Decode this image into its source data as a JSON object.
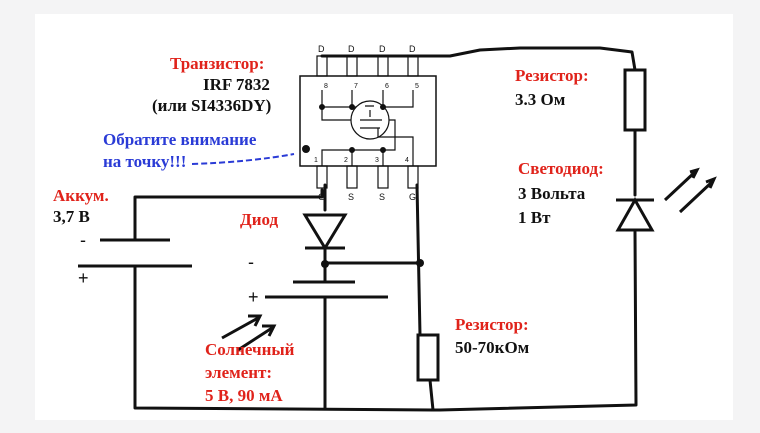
{
  "transistor": {
    "title": "Транзистор:",
    "model": "IRF 7832",
    "alt": "(или SI4336DY)",
    "pins_top": [
      "D",
      "D",
      "D",
      "D"
    ],
    "pins_bottom": [
      "G",
      "S",
      "S",
      "G"
    ],
    "pin_numbers_top": [
      "8",
      "7",
      "6",
      "5"
    ],
    "pin_numbers_bottom": [
      "1",
      "2",
      "3",
      "4"
    ]
  },
  "note": {
    "line1": "Обратите внимание",
    "line2": "на точку!!!"
  },
  "battery": {
    "title": "Аккум.",
    "value": "3,7 В",
    "minus": "-",
    "plus": "+"
  },
  "diode": {
    "title": "Диод"
  },
  "solar": {
    "line1": "Солнечный",
    "line2": "элемент:",
    "line3": "5 В, 90 мА",
    "minus": "-",
    "plus": "+"
  },
  "resistor_top": {
    "title": "Резистор:",
    "value": "3.3 Ом"
  },
  "led": {
    "title": "Светодиод:",
    "voltage": "3 Вольта",
    "power": "1 Вт"
  },
  "resistor_bottom": {
    "title": "Резистор:",
    "value": "50-70кОм"
  },
  "colors": {
    "label": "#e0231b",
    "note": "#2a3bd6",
    "wire": "#111111",
    "background": "#f4f4f5"
  }
}
